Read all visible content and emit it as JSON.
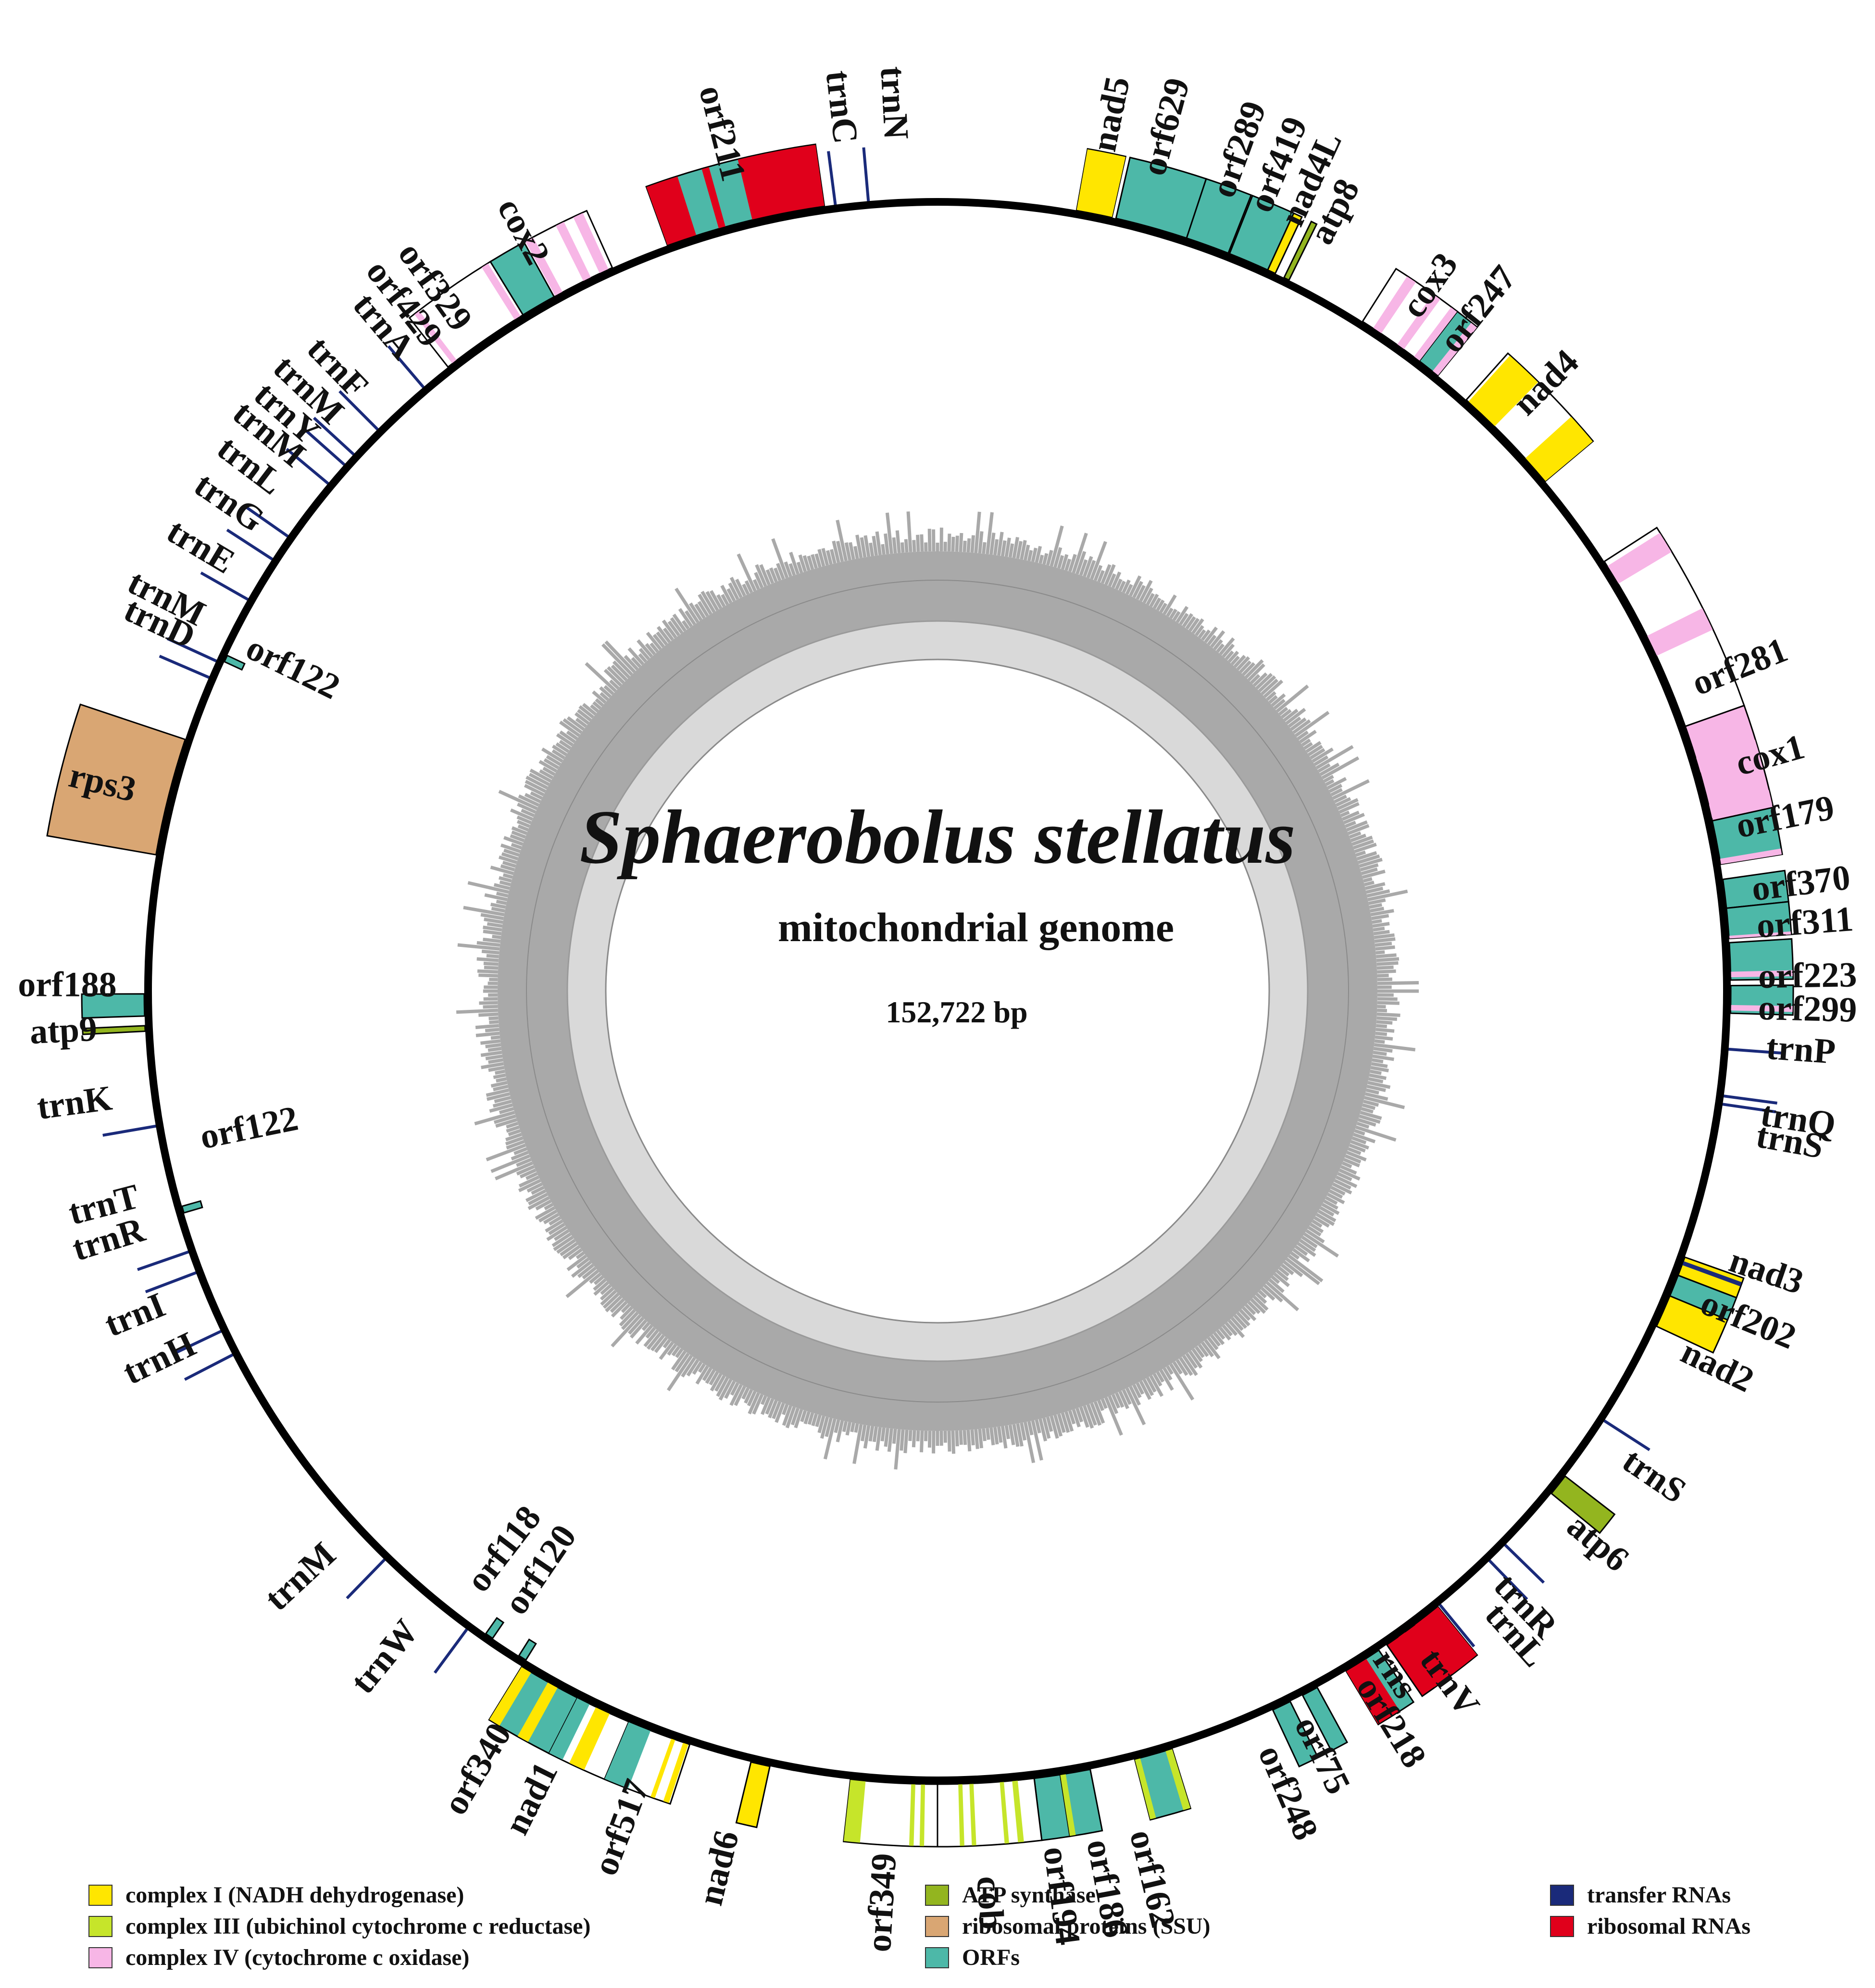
{
  "title": "Sphaerobolus stellatus",
  "subtitle": "mitochondrial genome",
  "size_label": "152,722 bp",
  "colors": {
    "complex1": "#FFE600",
    "complex3": "#C6E52A",
    "complex4": "#F7B6E6",
    "atp": "#93B51F",
    "rps": "#D9A673",
    "orf": "#4DB8A8",
    "trna": "#1A2A7A",
    "rrna": "#E0001B"
  },
  "legend": [
    {
      "label": "complex I (NADH dehydrogenase)",
      "color": "#FFE600"
    },
    {
      "label": "complex III (ubichinol cytochrome c reductase)",
      "color": "#C6E52A"
    },
    {
      "label": "complex IV (cytochrome c oxidase)",
      "color": "#F7B6E6"
    },
    {
      "label": "ATP synthase",
      "color": "#93B51F"
    },
    {
      "label": "ribosomal proteins (SSU)",
      "color": "#D9A673"
    },
    {
      "label": "ORFs",
      "color": "#4DB8A8"
    },
    {
      "label": "transfer RNAs",
      "color": "#1A2A7A"
    },
    {
      "label": "ribosomal RNAs",
      "color": "#E0001B"
    }
  ],
  "genes": [
    {
      "label": "nad5",
      "cls": "complex1"
    },
    {
      "label": "orf629",
      "cls": "orf"
    },
    {
      "label": "orf289",
      "cls": "orf"
    },
    {
      "label": "orf419",
      "cls": "orf"
    },
    {
      "label": "nad4L",
      "cls": "complex1"
    },
    {
      "label": "atp8",
      "cls": "atp"
    },
    {
      "label": "cox3",
      "cls": "complex4"
    },
    {
      "label": "orf247",
      "cls": "orf"
    },
    {
      "label": "nad4",
      "cls": "complex1"
    },
    {
      "label": "orf281",
      "cls": "orf"
    },
    {
      "label": "cox1",
      "cls": "complex4"
    },
    {
      "label": "orf179",
      "cls": "orf"
    },
    {
      "label": "orf370",
      "cls": "orf"
    },
    {
      "label": "orf311",
      "cls": "orf"
    },
    {
      "label": "orf223",
      "cls": "orf"
    },
    {
      "label": "orf299",
      "cls": "orf"
    },
    {
      "label": "trnP",
      "cls": "trna"
    },
    {
      "label": "trnQ",
      "cls": "trna"
    },
    {
      "label": "trnS",
      "cls": "trna"
    },
    {
      "label": "nad3",
      "cls": "complex1"
    },
    {
      "label": "orf202",
      "cls": "orf"
    },
    {
      "label": "nad2",
      "cls": "complex1"
    },
    {
      "label": "trnS",
      "cls": "trna"
    },
    {
      "label": "atp6",
      "cls": "atp"
    },
    {
      "label": "trnR",
      "cls": "trna"
    },
    {
      "label": "trnL",
      "cls": "trna"
    },
    {
      "label": "trnV",
      "cls": "trna"
    },
    {
      "label": "rns",
      "cls": "rrna"
    },
    {
      "label": "orf218",
      "cls": "orf"
    },
    {
      "label": "orf75",
      "cls": "orf"
    },
    {
      "label": "orf248",
      "cls": "orf"
    },
    {
      "label": "orf162",
      "cls": "orf"
    },
    {
      "label": "orf186",
      "cls": "orf"
    },
    {
      "label": "orf194",
      "cls": "orf"
    },
    {
      "label": "cob",
      "cls": "complex3"
    },
    {
      "label": "orf349",
      "cls": "orf"
    },
    {
      "label": "nad6",
      "cls": "complex1"
    },
    {
      "label": "orf517",
      "cls": "orf"
    },
    {
      "label": "nad1",
      "cls": "complex1"
    },
    {
      "label": "orf340",
      "cls": "orf"
    },
    {
      "label": "orf120",
      "cls": "orf"
    },
    {
      "label": "orf118",
      "cls": "orf"
    },
    {
      "label": "trnW",
      "cls": "trna"
    },
    {
      "label": "trnM",
      "cls": "trna"
    },
    {
      "label": "trnH",
      "cls": "trna"
    },
    {
      "label": "trnI",
      "cls": "trna"
    },
    {
      "label": "trnR",
      "cls": "trna"
    },
    {
      "label": "trnT",
      "cls": "trna"
    },
    {
      "label": "orf122",
      "cls": "orf"
    },
    {
      "label": "trnK",
      "cls": "trna"
    },
    {
      "label": "atp9",
      "cls": "atp"
    },
    {
      "label": "orf188",
      "cls": "orf"
    },
    {
      "label": "rps3",
      "cls": "rps"
    },
    {
      "label": "orf122",
      "cls": "orf"
    },
    {
      "label": "trnD",
      "cls": "trna"
    },
    {
      "label": "trnM",
      "cls": "trna"
    },
    {
      "label": "trnE",
      "cls": "trna"
    },
    {
      "label": "trnG",
      "cls": "trna"
    },
    {
      "label": "trnL",
      "cls": "trna"
    },
    {
      "label": "trnM",
      "cls": "trna"
    },
    {
      "label": "trnY",
      "cls": "trna"
    },
    {
      "label": "trnM",
      "cls": "trna"
    },
    {
      "label": "trnF",
      "cls": "trna"
    },
    {
      "label": "trnA",
      "cls": "trna"
    },
    {
      "label": "orf429",
      "cls": "orf"
    },
    {
      "label": "orf329",
      "cls": "orf"
    },
    {
      "label": "cox2",
      "cls": "complex4"
    },
    {
      "label": "orf211",
      "cls": "orf"
    },
    {
      "label": "trnC",
      "cls": "trna"
    },
    {
      "label": "trnN",
      "cls": "trna"
    }
  ]
}
